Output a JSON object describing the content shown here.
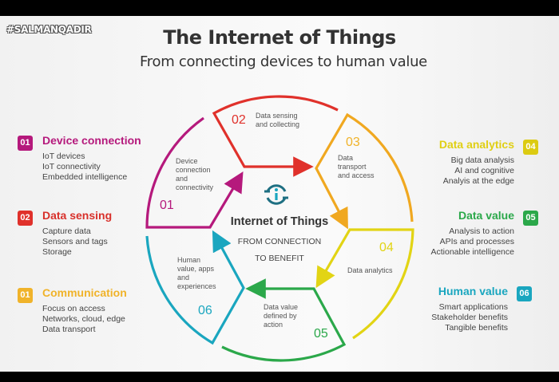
{
  "watermark": "#SALMANQADIR",
  "header": {
    "title": "The Internet of Things",
    "subtitle": "From connecting devices to human value"
  },
  "center": {
    "logo_icon": "iot-logo-icon",
    "title": "Internet of Things",
    "line1": "FROM CONNECTION",
    "line2": "TO BENEFIT"
  },
  "left_cards": [
    {
      "badge": "01",
      "title": "Device connection",
      "color": "#b5197c",
      "items": [
        "IoT devices",
        "IoT connectivity",
        "Embedded intelligence"
      ]
    },
    {
      "badge": "02",
      "title": "Data sensing",
      "color": "#e0312b",
      "items": [
        "Capture data",
        "Sensors and tags",
        "Storage"
      ]
    },
    {
      "badge": "01",
      "title": "Communication",
      "color": "#f0b32a",
      "items": [
        "Focus on access",
        "Networks, cloud, edge",
        "Data transport"
      ]
    }
  ],
  "right_cards": [
    {
      "badge": "04",
      "title": "Data analytics",
      "color": "#dccb12",
      "items": [
        "Big data analysis",
        "AI and cognitive",
        "Analyis at the edge"
      ]
    },
    {
      "badge": "05",
      "title": "Data value",
      "color": "#2ba84a",
      "items": [
        "Analysis to action",
        "APIs and processes",
        "Actionable intelligence"
      ]
    },
    {
      "badge": "06",
      "title": "Human value",
      "color": "#1aa6bf",
      "items": [
        "Smart applications",
        "Stakeholder benefits",
        "Tangible benefits"
      ]
    }
  ],
  "segments": [
    {
      "num": "01",
      "color": "#b5197c",
      "label": [
        "Device",
        "connection",
        "and",
        "connectivity"
      ]
    },
    {
      "num": "02",
      "color": "#e0312b",
      "label": [
        "Data sensing",
        "and collecting"
      ]
    },
    {
      "num": "03",
      "color": "#f0a820",
      "label": [
        "Data",
        "transport",
        "and access"
      ]
    },
    {
      "num": "04",
      "color": "#e2d414",
      "label": [
        "Data analytics"
      ]
    },
    {
      "num": "05",
      "color": "#2ba84a",
      "label": [
        "Data value",
        "defined by",
        "action"
      ]
    },
    {
      "num": "06",
      "color": "#1aa6bf",
      "label": [
        "Human",
        "value, apps",
        "and",
        "experiences"
      ]
    }
  ]
}
